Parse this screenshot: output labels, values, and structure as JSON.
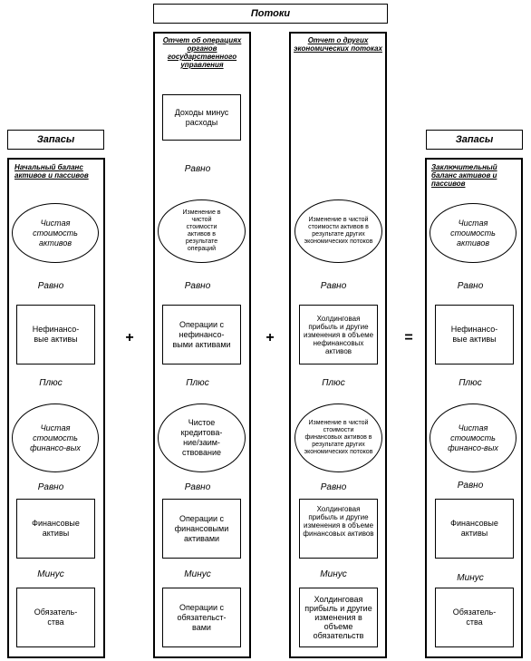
{
  "header": {
    "flows": "Потоки"
  },
  "stocks_left": {
    "header": "Запасы",
    "title": "Начальный баланс активов и пассивов",
    "ellipse1": "Чистая стоимость активов",
    "equals": "Равно",
    "box1": "Нефинансо-вые активы",
    "plus": "Плюс",
    "ellipse2": "Чистая стоимость финансо-вых",
    "equals2": "Равно",
    "box2": "Финансовые активы",
    "minus": "Минус",
    "box3": "Обязатель-ства"
  },
  "ops_col": {
    "title": "Отчет об операциях органов государственного управления",
    "box0": "Доходы минус расходы",
    "equals0": "Равно",
    "ellipse1": "Изменение в чистой стоимости активов в результате операций",
    "equals1": "Равно",
    "box1": "Операции с нефинансо-выми активами",
    "plus": "Плюс",
    "ellipse2": "Чистое кредитова-ние/заим-ствование",
    "equals2": "Равно",
    "box2": "Операции с финансовыми активами",
    "minus": "Минус",
    "box3": "Операции с обязательст-вами"
  },
  "other_col": {
    "title": "Отчет о других экономических потоках",
    "ellipse1": "Изменение в чистой стоимости активов в результате других экономических потоков",
    "equals1": "Равно",
    "box1": "Холдинговая прибыль и другие изменения в объеме нефинансовых активов",
    "plus": "Плюс",
    "ellipse2": "Изменение в чистой стоимости финансовых активов в результате других экономических потоков",
    "equals2": "Равно",
    "box2": "Холдинговая прибыль и другие изменения в объеме финансовых активов",
    "minus": "Минус",
    "box3": "Холдинговая прибыль и другие изменения в объеме обязательств"
  },
  "stocks_right": {
    "header": "Запасы",
    "title": "Заключительный баланс активов и пассивов",
    "ellipse1": "Чистая стоимость активов",
    "equals": "Равно",
    "box1": "Нефинансо-вые активы",
    "plus": "Плюс",
    "ellipse2": "Чистая стоимость финансо-вых",
    "equals2": "Равно",
    "box2": "Финансовые активы",
    "minus": "Минус",
    "box3": "Обязатель-ства"
  },
  "operators": {
    "plus1": "+",
    "plus2": "+",
    "equals": "="
  }
}
